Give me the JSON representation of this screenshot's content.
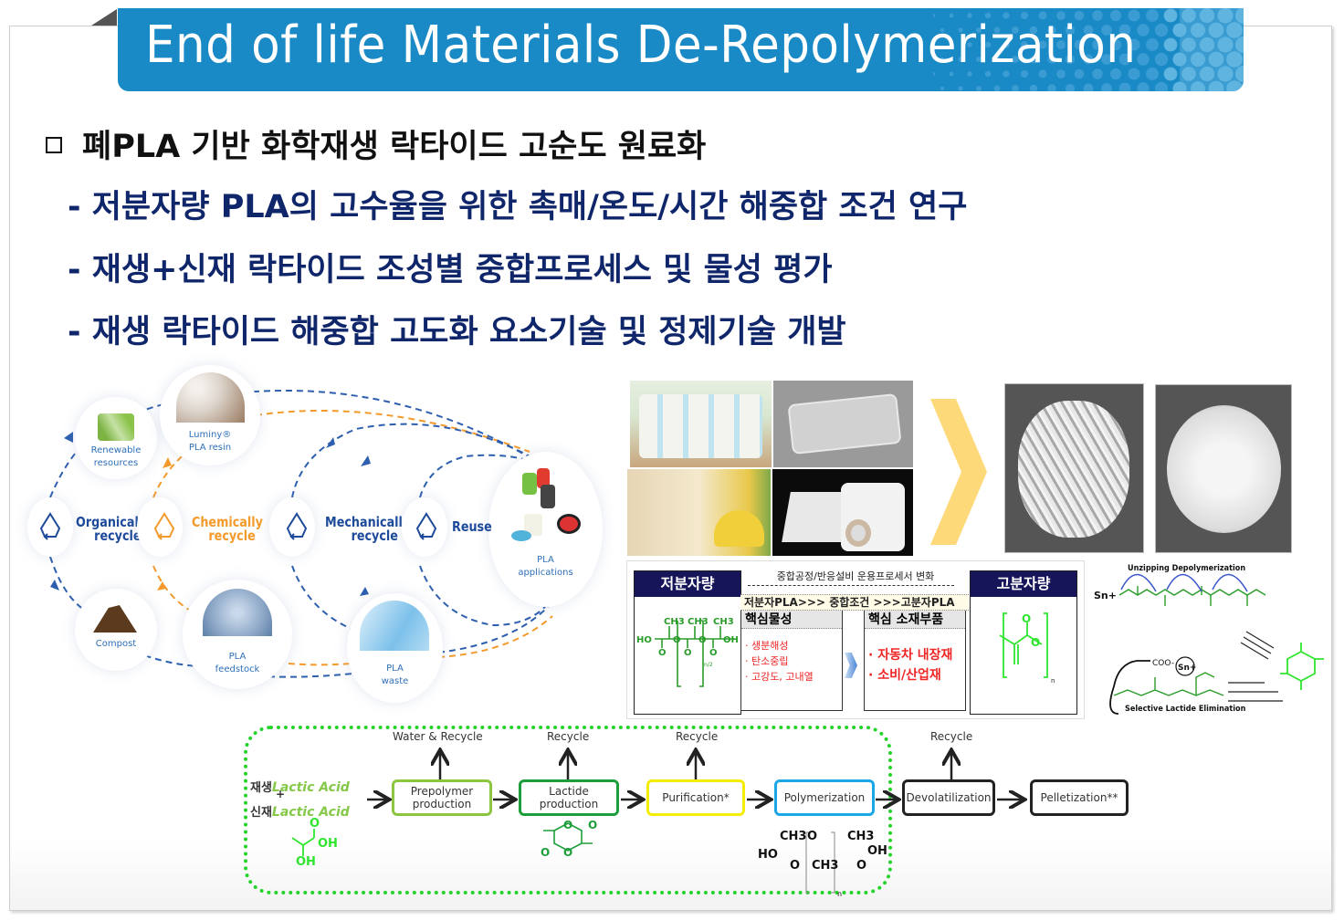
{
  "title": "End of life Materials De-Repolymerization",
  "heading": "폐PLA 기반 화학재생 락타이드 고순도 원료화",
  "bullets": [
    "- 저분자량 PLA의 고수율을 위한 촉매/온도/시간 해중합 조건 연구",
    "- 재생+신재 락타이드 조성별 중합프로세스 및 물성 평가",
    "- 재생 락타이드 해중합 고도화 요소기술 및 정제기술 개발"
  ],
  "colors": {
    "banner": "#1a8ac6",
    "bullet_text": "#10266b",
    "cycle_blue": "#1d4a9a",
    "cycle_orange": "#f39a2b",
    "table_header": "#16155a",
    "property_red": "#ef2525",
    "region_green": "#22d42a"
  },
  "cycle": {
    "nodes": {
      "renewable": [
        "Renewable",
        "resources"
      ],
      "resin": [
        "Luminy®",
        "PLA resin"
      ],
      "applications": [
        "PLA",
        "applications"
      ],
      "compost": [
        "Compost"
      ],
      "feedstock": [
        "PLA",
        "feedstock"
      ],
      "waste": [
        "PLA",
        "waste"
      ]
    },
    "methods": {
      "organic": [
        "Organically",
        "recycle"
      ],
      "chemical": [
        "Chemically",
        "recycle"
      ],
      "mechanical": [
        "Mechanically",
        "recycle"
      ],
      "reuse": [
        "Reuse"
      ]
    },
    "icon": "recycle-icon"
  },
  "photos": {
    "products": [
      "bottle-pack-photo",
      "clear-container-photo",
      "food-packaging-photo",
      "film-roll-photo"
    ],
    "flakes": [
      "shredded-pla-photo",
      "granular-pla-photo"
    ],
    "arrow": "chevron-right-icon"
  },
  "table": {
    "low_header": "저분자량",
    "high_header": "고분자량",
    "process_title": "중합공정/반응설비 운용프로세서 변화",
    "strip": "저분자PLA>>> 중합조건 >>>고분자PLA",
    "col1_head": "핵심물성",
    "col1_items": [
      "· 생분해성",
      "· 탄소중립",
      "· 고강도, 고내열"
    ],
    "col2_head": "핵심 소재부품",
    "col2_items": [
      "· 자동차 내장재",
      "· 소비/산업재"
    ],
    "low_formula": {
      "left": "HO",
      "right": "OH",
      "ch3": "CH3",
      "sub": "n/2"
    },
    "high_formula": {
      "sub": "n"
    }
  },
  "mechanism": {
    "top_label": "Unzipping Depolymerization",
    "bottom_label": "Selective Lactide Elimination",
    "sn": "Sn+",
    "coo": "COO-"
  },
  "flow": {
    "inputs": [
      {
        "prefix": "재생",
        "name": "Lactic Acid"
      },
      {
        "prefix": "신재",
        "name": "Lactic Acid"
      }
    ],
    "plus": "+",
    "steps": [
      {
        "label": [
          "Prepolymer",
          "production"
        ],
        "output": "Water & Recycle",
        "color": "#8cc63f"
      },
      {
        "label": [
          "Lactide",
          "production"
        ],
        "output": "Recycle",
        "color": "#1e9e3a"
      },
      {
        "label": [
          "Purification*"
        ],
        "output": "Recycle",
        "color": "#f5ec00"
      },
      {
        "label": [
          "Polymerization"
        ],
        "output": "",
        "color": "#1ba6e6"
      },
      {
        "label": [
          "Devolatilization"
        ],
        "output": "Recycle",
        "color": "#222222"
      },
      {
        "label": [
          "Pelletization**"
        ],
        "output": "",
        "color": "#222222"
      }
    ],
    "lactic_formula": {
      "oh1": "OH",
      "oh2": "OH",
      "o": "O"
    },
    "pla_formula": {
      "ho": "HO",
      "oh": "OH",
      "ch3": "CH3",
      "o": "O",
      "n": "n"
    }
  }
}
